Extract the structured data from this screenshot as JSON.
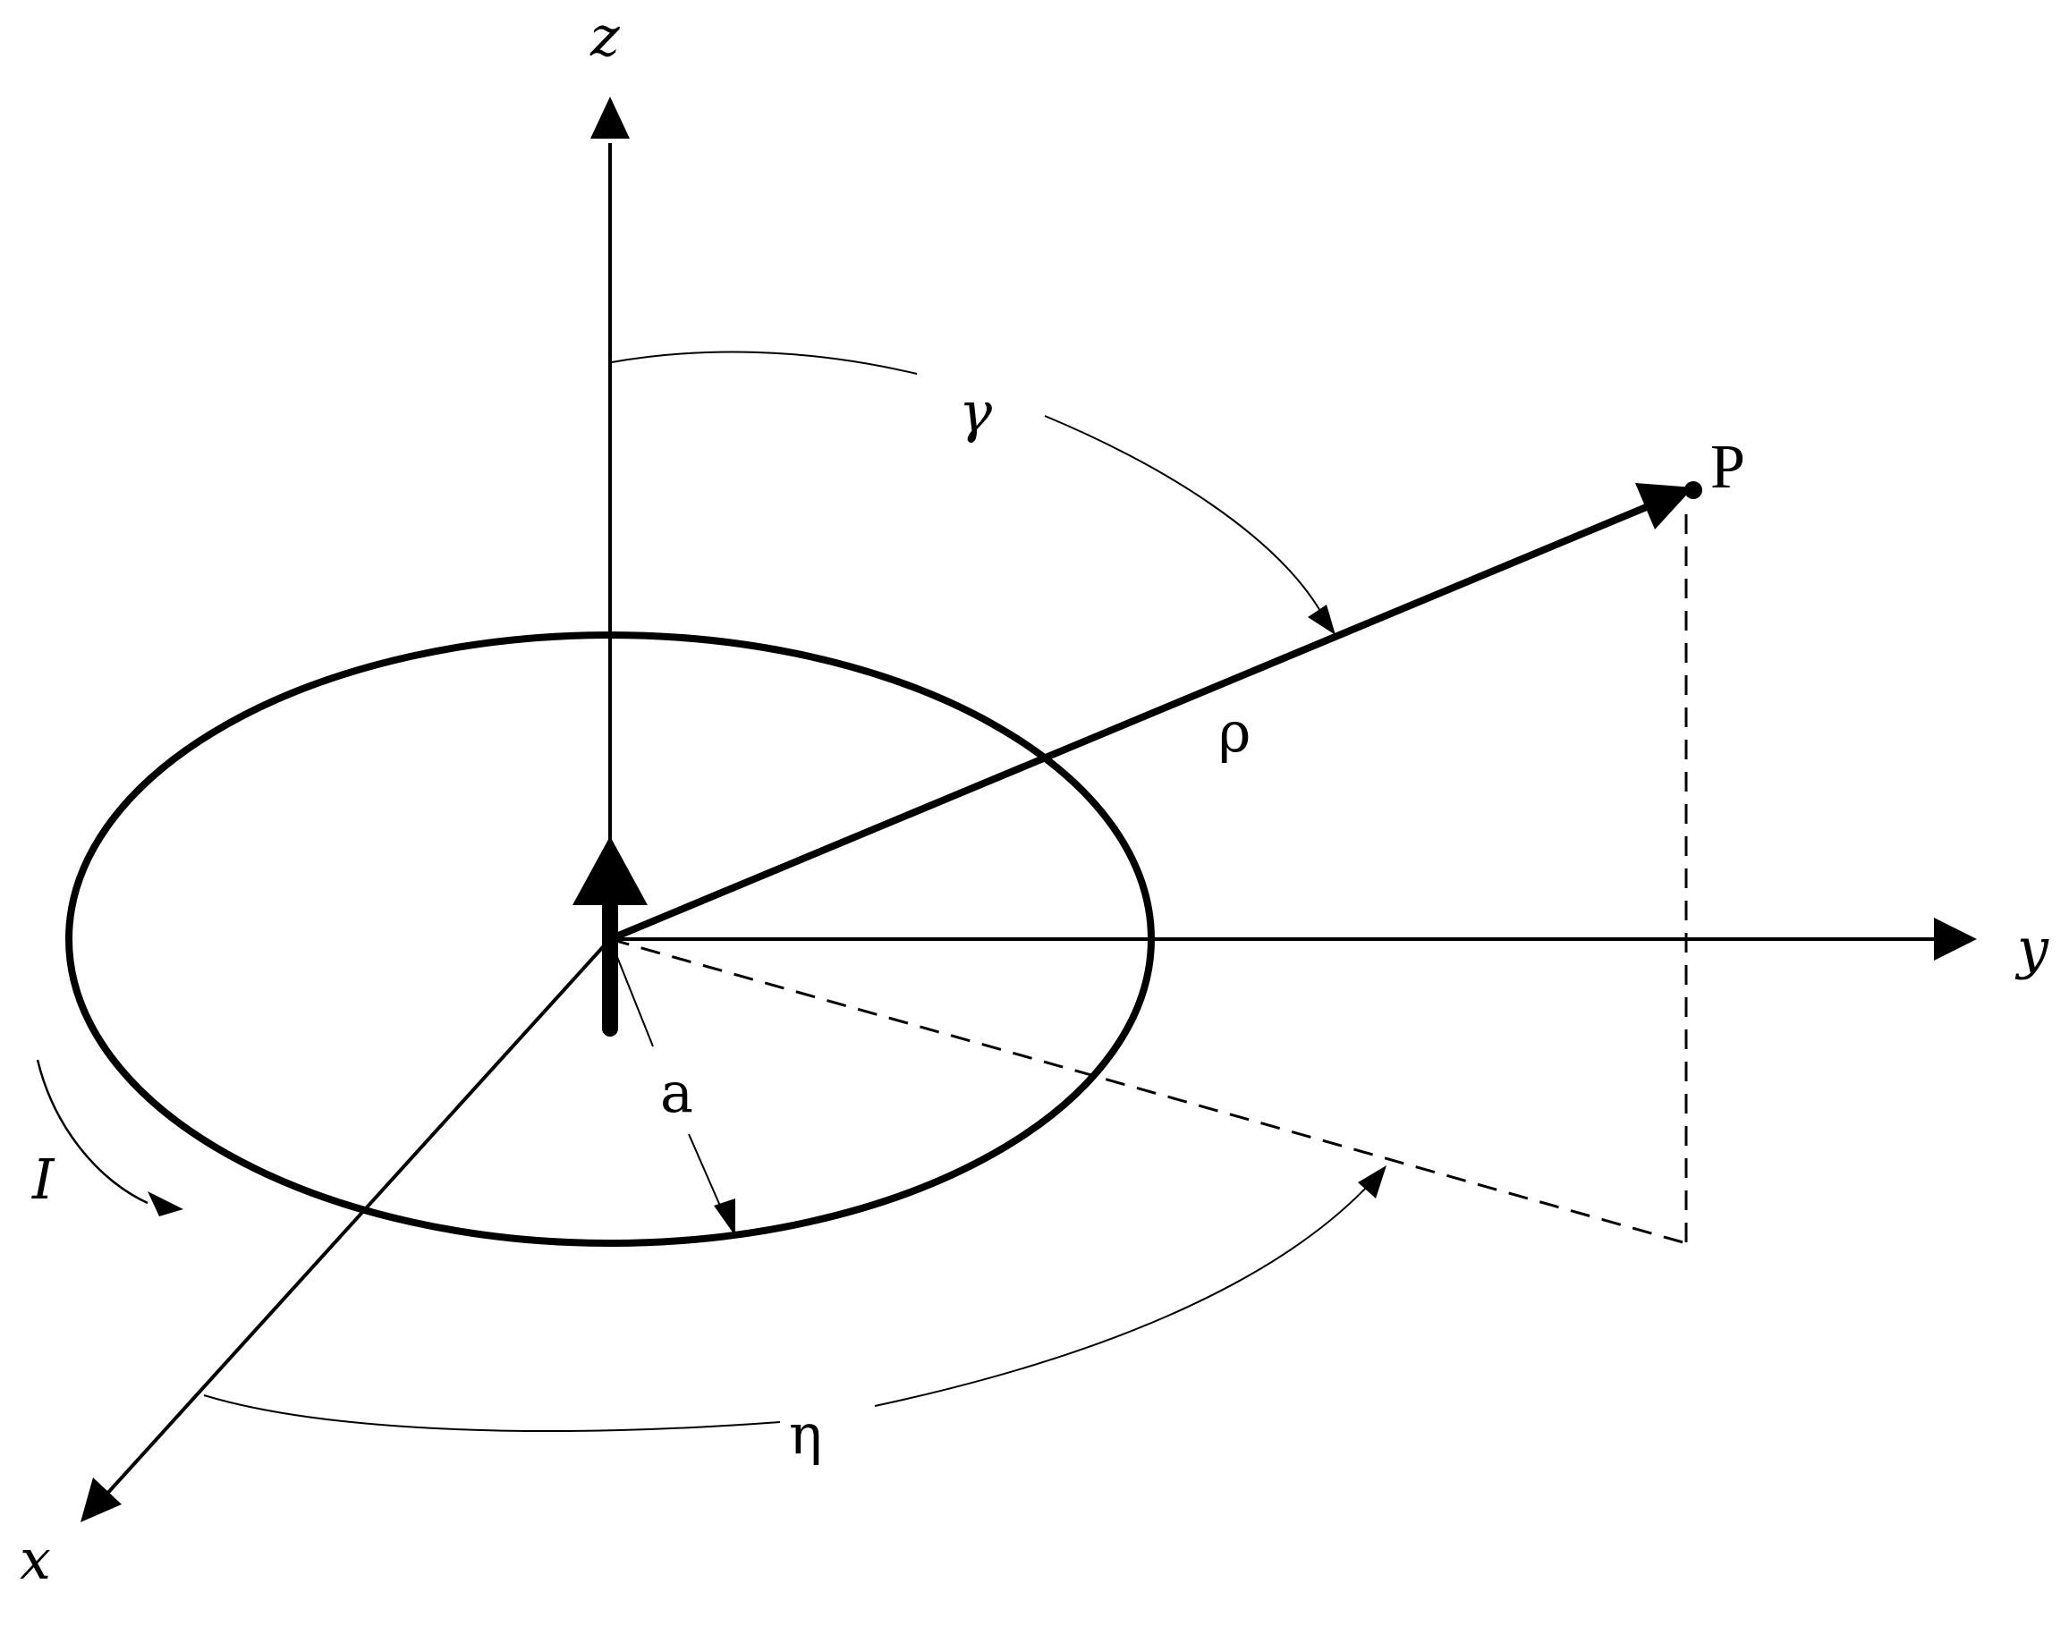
{
  "labels": {
    "z_axis": "z",
    "y_axis": "y",
    "x_axis": "x",
    "gamma": "γ",
    "rho": "ρ",
    "point": "P",
    "radius": "a",
    "eta": "η",
    "current": "I"
  },
  "colors": {
    "stroke": "#000000",
    "background": "#ffffff"
  }
}
